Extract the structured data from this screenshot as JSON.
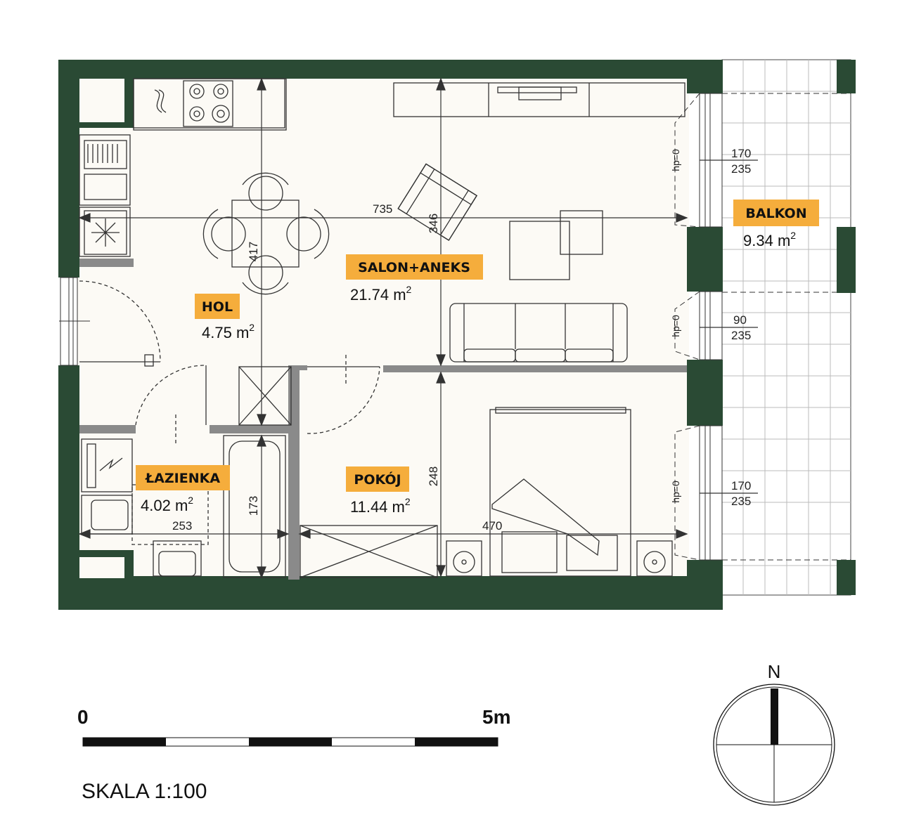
{
  "colors": {
    "wall": "#2a4a34",
    "floor": "#fcfaf5",
    "label": "#f5ad3c",
    "partition": "#8a8a8a"
  },
  "rooms": [
    {
      "id": "hol",
      "name": "HOL",
      "area": "4.75",
      "unit": "m",
      "sup": "2"
    },
    {
      "id": "salon",
      "name": "SALON+ANEKS",
      "area": "21.74",
      "unit": "m",
      "sup": "2"
    },
    {
      "id": "lazienka",
      "name": "ŁAZIENKA",
      "area": "4.02",
      "unit": "m",
      "sup": "2"
    },
    {
      "id": "pokoj",
      "name": "POKÓJ",
      "area": "11.44",
      "unit": "m",
      "sup": "2"
    },
    {
      "id": "balkon",
      "name": "BALKON",
      "area": "9.34",
      "unit": "m",
      "sup": "2"
    }
  ],
  "dimensions": {
    "d735": "735",
    "d346": "346",
    "d417": "417",
    "d248": "248",
    "d470": "470",
    "d253": "253",
    "d173": "173"
  },
  "windows": [
    {
      "width": "170",
      "height": "235",
      "hp": "hp=0"
    },
    {
      "width": "90",
      "height": "235",
      "hp": "hp=0"
    },
    {
      "width": "170",
      "height": "235",
      "hp": "hp=0"
    }
  ],
  "scale": {
    "start": "0",
    "end": "5m",
    "text": "SKALA 1:100"
  },
  "compass": {
    "label": "N"
  }
}
